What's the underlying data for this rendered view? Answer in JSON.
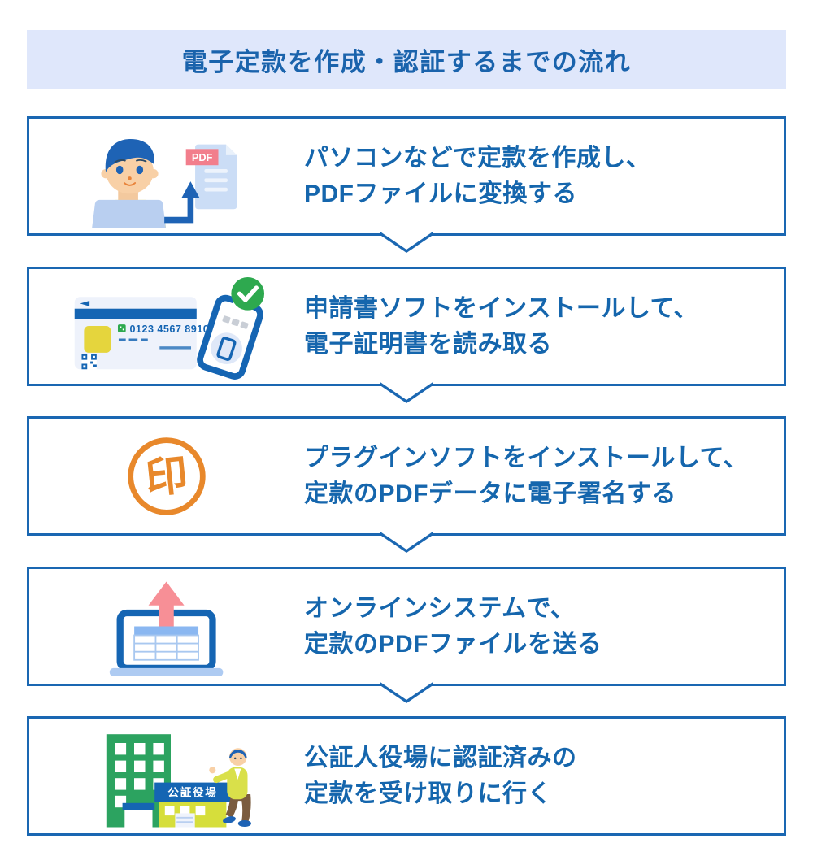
{
  "title": {
    "text": "電子定款を作成・認証するまでの流れ"
  },
  "steps": [
    {
      "icon": "person-creating-pdf-icon",
      "label_lines": [
        "パソコンなどで定款を作成し、",
        "PDFファイルに変換する"
      ],
      "pdf_badge_label": "PDF"
    },
    {
      "icon": "id-card-and-smartphone-icon",
      "label_lines": [
        "申請書ソフトをインストールして、",
        "電子証明書を読み取る"
      ],
      "card_number": "0123 4567 8910"
    },
    {
      "icon": "seal-stamp-icon",
      "label_lines": [
        "プラグインソフトをインストールして、",
        "定款のPDFデータに電子署名する"
      ],
      "seal_text": "印"
    },
    {
      "icon": "laptop-upload-icon",
      "label_lines": [
        "オンラインシステムで、",
        "定款のPDFファイルを送る"
      ]
    },
    {
      "icon": "notary-office-icon",
      "label_lines": [
        "公証人役場に認証済みの",
        "定款を受け取りに行く"
      ],
      "sign_text": "公証役場"
    }
  ],
  "colors": {
    "box_border_blue": "#1a67b2",
    "step_text_blue": "#1566ad",
    "header_bg": "#dfe7fb",
    "header_text": "#1a63ac",
    "seal_orange": "#e8882b",
    "check_green": "#2ea94f",
    "pdf_badge_pink": "#f27e8c",
    "upload_arrow_pink": "#f78f96",
    "building_green": "#2ca360",
    "building_yellow": "#d6de3b",
    "card_stripe_blue": "#1565b3",
    "hair_blue": "#1e63b5",
    "laptop_light_blue": "#b9cff0",
    "skin": "#f8d0a6",
    "shirt_yellow": "#ffe437"
  }
}
